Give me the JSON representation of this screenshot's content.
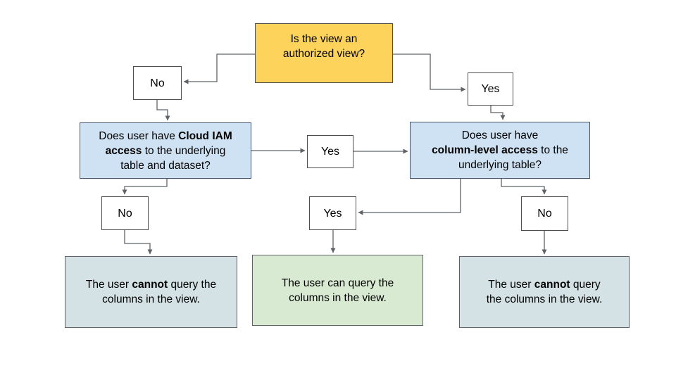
{
  "flowchart": {
    "nodes": {
      "start": {
        "pre": "Is the view an authorized view?",
        "bold": "",
        "post": ""
      },
      "no1": {
        "label": "No"
      },
      "yes1": {
        "label": "Yes"
      },
      "q_iam": {
        "pre": "Does user have ",
        "bold": "Cloud IAM access",
        "post": " to the underlying table and dataset?"
      },
      "yes_mid": {
        "label": "Yes"
      },
      "q_col": {
        "pre": "Does user have ",
        "bold": "column-level access",
        "post": " to the underlying table?"
      },
      "no2": {
        "label": "No"
      },
      "yes3": {
        "label": "Yes"
      },
      "no3": {
        "label": "No"
      },
      "end_left": {
        "pre": "The user ",
        "bold": "cannot",
        "post": " query the columns in the view."
      },
      "end_mid": {
        "pre": "The user can query the columns in the view.",
        "bold": "",
        "post": ""
      },
      "end_right": {
        "pre": "The user ",
        "bold": "cannot",
        "post": " query the columns in the view."
      }
    },
    "colors": {
      "start_fill": "#fdd35c",
      "start_border": "#4d4d4d",
      "question_fill": "#cfe2f3",
      "question_border": "#44546a",
      "terminal_cannot_fill": "#d5e2e5",
      "terminal_can_fill": "#d9ead3",
      "terminal_border": "#5f6368",
      "small_box_fill": "#ffffff",
      "small_box_border": "#4d4d4d",
      "connector": "#5f6368",
      "text": "#000000",
      "background": "#ffffff"
    }
  }
}
